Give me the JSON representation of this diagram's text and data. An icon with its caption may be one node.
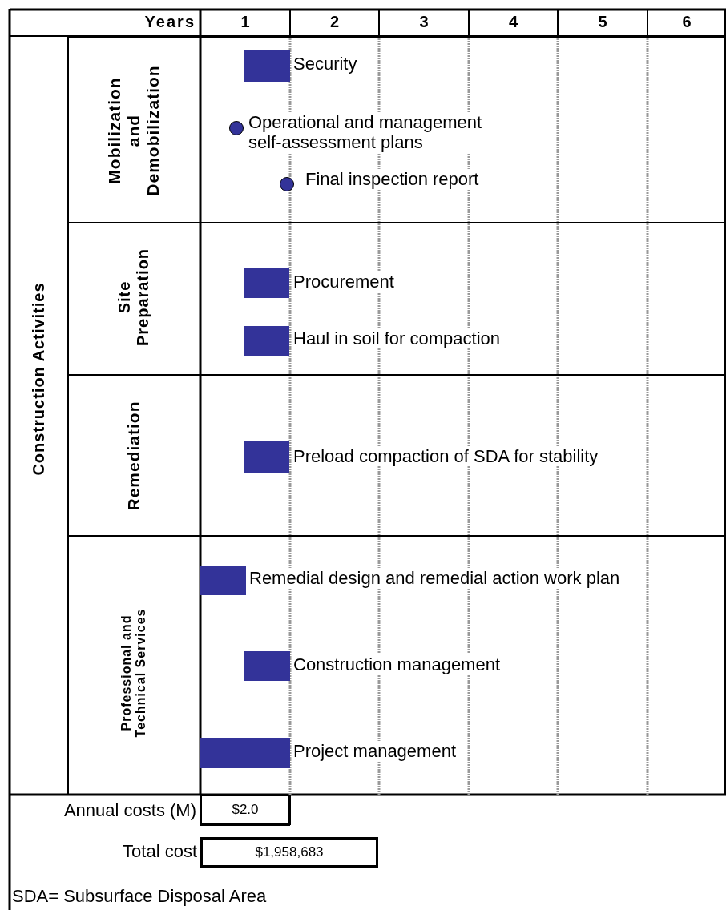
{
  "diagram": {
    "nodes": [
      {
        "text": [
          "Construction Activities"
        ]
      },
      {
        "text": [
          "Mobilization and Demobilization"
        ],
        "in": 0
      },
      {
        "text": [],
        "shape": "bar",
        "in": 1,
        "beside": [
          "Security"
        ]
      },
      {
        "text": [],
        "shape": "circle",
        "in": 1,
        "beside": [
          "Operational and management self-assessment plans"
        ]
      },
      {
        "text": [],
        "shape": "circle",
        "in": 1,
        "beside": [
          "Final inspection report"
        ]
      },
      {
        "text": [
          "Site Preparation"
        ],
        "in": 0
      },
      {
        "text": [],
        "shape": "bar",
        "in": 5,
        "beside": [
          "Procurement"
        ]
      },
      {
        "text": [],
        "shape": "bar",
        "in": 5,
        "beside": [
          "Haul in soil for compaction"
        ]
      },
      {
        "text": [
          "Remediation"
        ],
        "in": 0
      },
      {
        "text": [],
        "shape": "bar",
        "in": 8,
        "beside": [
          "Preload compaction of SDA for stability"
        ]
      },
      {
        "text": [
          "Professional and Technical Services"
        ],
        "in": 0
      },
      {
        "text": [],
        "shape": "bar",
        "in": 10,
        "beside": [
          "Remedial design and remedial action work plan"
        ]
      },
      {
        "text": [],
        "shape": "bar",
        "in": 10,
        "beside": [
          "Construction management"
        ]
      },
      {
        "text": [],
        "shape": "bar",
        "in": 10,
        "beside": [
          "Project management"
        ]
      },
      {
        "text": [
          "$2.0"
        ],
        "beside": [
          "Annual costs (M)"
        ]
      },
      {
        "text": [
          "$1,958,683"
        ],
        "beside": [
          "Total cost"
        ]
      }
    ],
    "labels": [
      "Years",
      "1",
      "2",
      "3",
      "4",
      "5",
      "6",
      "SDA= Subsurface Disposal Area"
    ]
  }
}
